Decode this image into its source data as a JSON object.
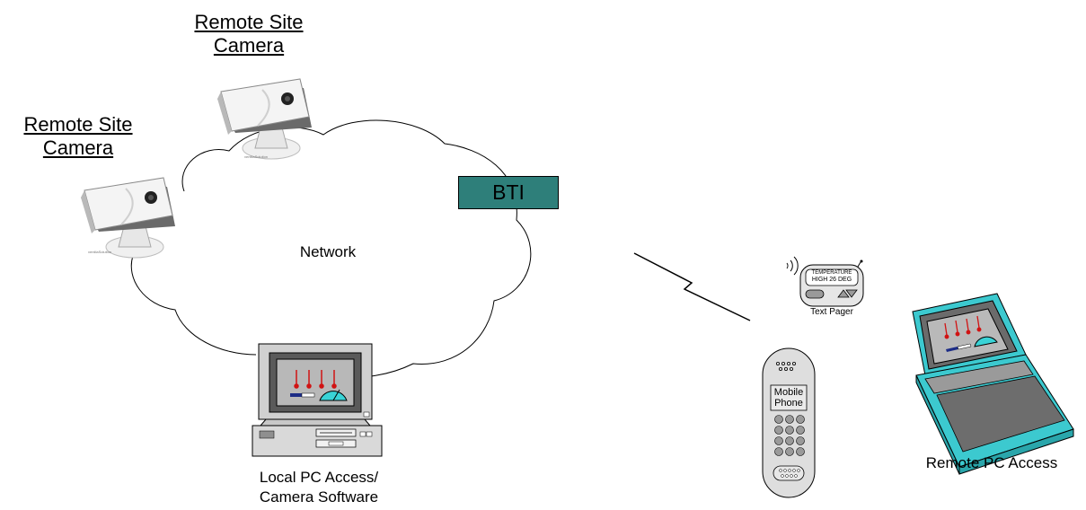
{
  "labels": {
    "camera_top_line1": "Remote Site",
    "camera_top_line2": "Camera",
    "camera_left_line1": "Remote Site",
    "camera_left_line2": "Camera",
    "network": "Network",
    "bti": "BTI",
    "local_pc_line1": "Local PC Access/",
    "local_pc_line2": "Camera Software",
    "pager_screen_line1": "TEMPERATURE",
    "pager_screen_line2": "HIGH  26 DEG",
    "pager_caption": "Text Pager",
    "phone_screen_line1": "Mobile",
    "phone_screen_line2": "Phone",
    "remote_pc": "Remote PC Access"
  },
  "colors": {
    "bti_fill": "#2e7f7a",
    "laptop_teal": "#3cc9cf",
    "gauge_cyan": "#39d3d6",
    "thermometer_red": "#d11313",
    "bar_navy": "#1c2c86"
  },
  "icons": [
    "camera-icon",
    "network-cloud-icon",
    "desktop-pc-icon",
    "wireless-link-icon",
    "text-pager-icon",
    "mobile-phone-icon",
    "laptop-icon"
  ]
}
